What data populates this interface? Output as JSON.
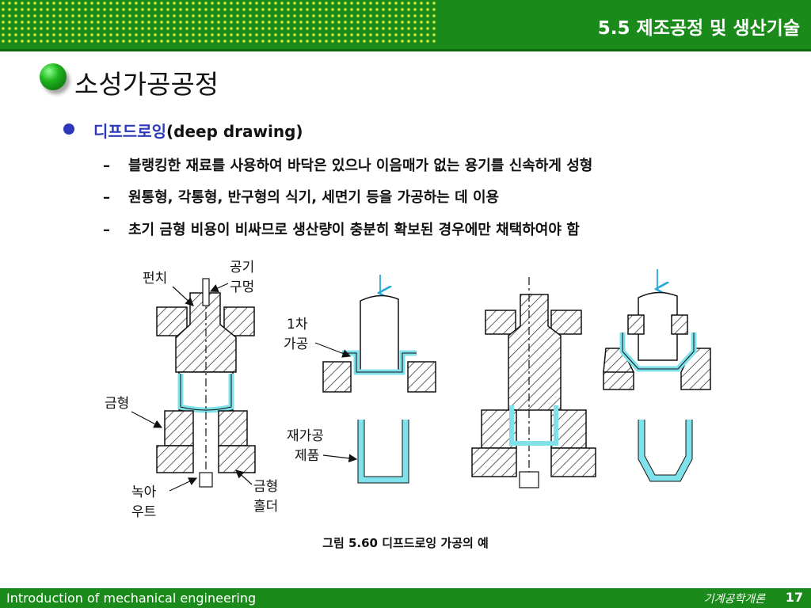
{
  "header": {
    "title": "5.5 제조공정 및 생산기술"
  },
  "slide": {
    "title": "소성가공공정",
    "bullet": {
      "label_kr": "디프드로잉",
      "label_en": "(deep drawing)"
    },
    "sub_items": [
      "블랭킹한 재료를 사용하여 바닥은 있으나 이음매가 없는 용기를 신속하게 성형",
      "원통형, 각통형, 반구형의 식기, 세면기 등을 가공하는 데 이용",
      "초기 금형 비용이 비싸므로 생산량이 충분히 확보된 경우에만 채택하여야 함"
    ]
  },
  "figure": {
    "labels": {
      "punch": "펀치",
      "air_vent_1": "공기",
      "air_vent_2": "구멍",
      "die": "금형",
      "knockout_1": "녹아",
      "knockout_2": "우트",
      "holder_1": "금형",
      "holder_2": "홀더",
      "first_1": "1차",
      "first_2": "가공",
      "redraw_1": "재가공",
      "redraw_2": "제품"
    },
    "caption": "그림 5.60 디프드로잉 가공의 예"
  },
  "footer": {
    "left": "Introduction of mechanical engineering",
    "right": "기계공학개론",
    "page": "17"
  },
  "colors": {
    "green": "#1a8a1a",
    "blue": "#2c38b8",
    "cyan": "#7fe1ea"
  }
}
